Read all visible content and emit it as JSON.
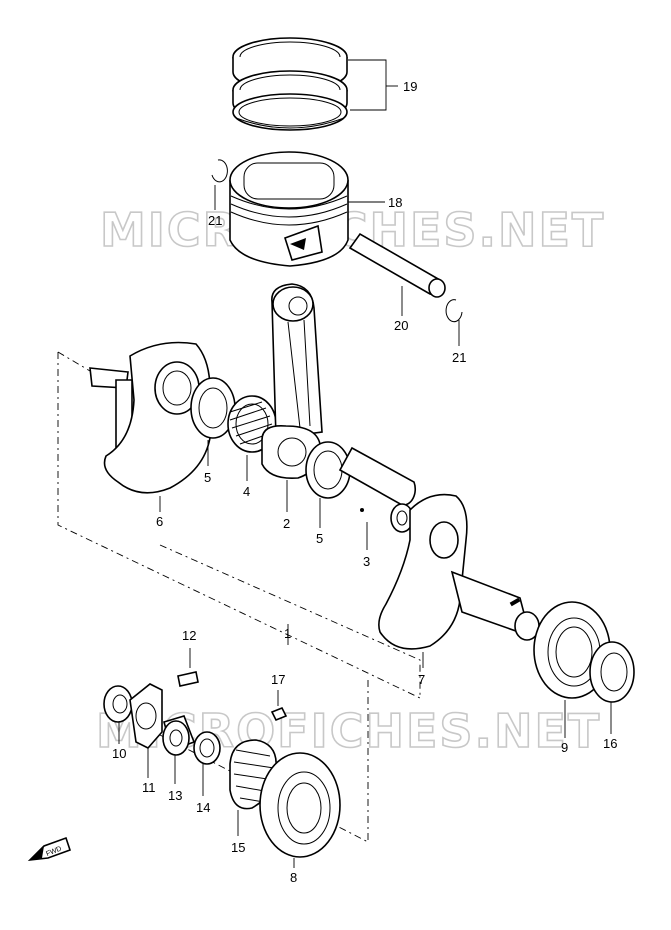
{
  "watermark": {
    "text": "MICROFICHES.NET"
  },
  "fwd_label": "FWD",
  "callouts": [
    {
      "id": "1",
      "label": "1"
    },
    {
      "id": "2",
      "label": "2"
    },
    {
      "id": "3",
      "label": "3"
    },
    {
      "id": "4",
      "label": "4"
    },
    {
      "id": "5a",
      "label": "5"
    },
    {
      "id": "5b",
      "label": "5"
    },
    {
      "id": "6",
      "label": "6"
    },
    {
      "id": "7",
      "label": "7"
    },
    {
      "id": "8",
      "label": "8"
    },
    {
      "id": "9",
      "label": "9"
    },
    {
      "id": "10",
      "label": "10"
    },
    {
      "id": "11",
      "label": "11"
    },
    {
      "id": "12",
      "label": "12"
    },
    {
      "id": "13",
      "label": "13"
    },
    {
      "id": "14",
      "label": "14"
    },
    {
      "id": "15",
      "label": "15"
    },
    {
      "id": "16",
      "label": "16"
    },
    {
      "id": "17",
      "label": "17"
    },
    {
      "id": "18",
      "label": "18"
    },
    {
      "id": "19",
      "label": "19"
    },
    {
      "id": "20",
      "label": "20"
    },
    {
      "id": "21a",
      "label": "21"
    },
    {
      "id": "21b",
      "label": "21"
    }
  ],
  "colors": {
    "line": "#000000",
    "watermark": "#c8c8c8",
    "background": "#ffffff"
  }
}
